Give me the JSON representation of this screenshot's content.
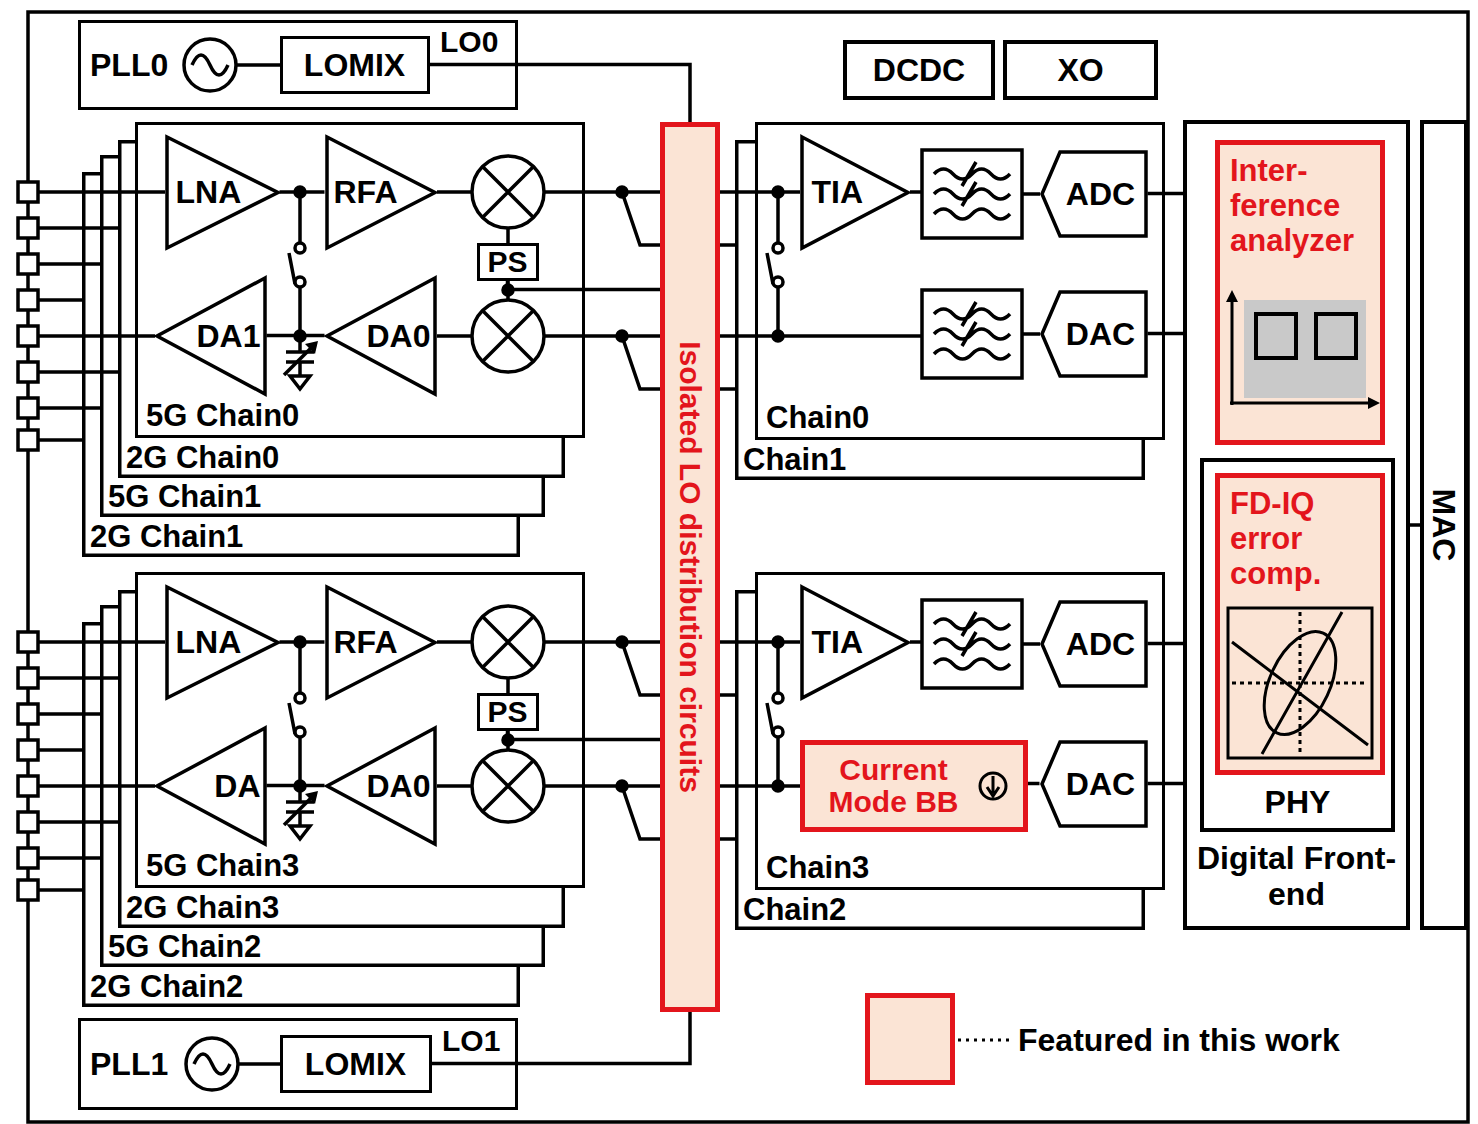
{
  "diagram": {
    "nodes": [
      {
        "text": [
          "PLL0"
        ]
      },
      {
        "text": [
          "LOMIX"
        ],
        "in": 0
      },
      {
        "text": [
          "DCDC"
        ]
      },
      {
        "text": [
          "XO"
        ]
      },
      {
        "text": [
          "5G Chain0"
        ]
      },
      {
        "text": [
          "LNA"
        ],
        "in": 4
      },
      {
        "text": [
          "RFA"
        ],
        "in": 4
      },
      {
        "text": [
          "PS"
        ],
        "in": 4
      },
      {
        "text": [
          "DA1"
        ],
        "in": 4
      },
      {
        "text": [
          "DA0"
        ],
        "in": 4
      },
      {
        "text": [
          "2G Chain0"
        ]
      },
      {
        "text": [
          "5G Chain1"
        ]
      },
      {
        "text": [
          "2G Chain1"
        ]
      },
      {
        "text": [
          "Isolated LO distribution circuits"
        ]
      },
      {
        "text": [
          "Chain0"
        ]
      },
      {
        "text": [
          "TIA"
        ],
        "in": 14
      },
      {
        "text": [
          "ADC"
        ],
        "in": 14
      },
      {
        "text": [
          "DAC"
        ],
        "in": 14
      },
      {
        "text": [
          "Chain1"
        ]
      },
      {
        "text": [
          "Digital Front-end"
        ]
      },
      {
        "text": [
          "Inter- ference analyzer"
        ],
        "in": 19
      },
      {
        "text": [
          "PHY"
        ],
        "in": 19
      },
      {
        "text": [
          "FD-IQ error comp."
        ],
        "in": 21
      },
      {
        "text": [
          "MAC"
        ]
      },
      {
        "text": [
          "5G Chain3"
        ]
      },
      {
        "text": [
          "LNA"
        ],
        "in": 24
      },
      {
        "text": [
          "RFA"
        ],
        "in": 24
      },
      {
        "text": [
          "PS"
        ],
        "in": 24
      },
      {
        "text": [
          "DA"
        ],
        "in": 24
      },
      {
        "text": [
          "DA0"
        ],
        "in": 24
      },
      {
        "text": [
          "2G Chain3"
        ]
      },
      {
        "text": [
          "5G Chain2"
        ]
      },
      {
        "text": [
          "2G Chain2"
        ]
      },
      {
        "text": [
          "Chain3"
        ]
      },
      {
        "text": [
          "TIA"
        ],
        "in": 33
      },
      {
        "text": [
          "ADC"
        ],
        "in": 33
      },
      {
        "text": [
          "Current Mode BB"
        ],
        "in": 33
      },
      {
        "text": [
          "DAC"
        ],
        "in": 33
      },
      {
        "text": [
          "Chain2"
        ]
      },
      {
        "text": [
          "PLL1"
        ]
      },
      {
        "text": [
          "LOMIX"
        ],
        "in": 39
      }
    ],
    "edges": [
      {
        "from": 1,
        "to": 13,
        "arrow": "none"
      },
      {
        "from": 40,
        "to": 13,
        "arrow": "none"
      },
      {
        "from": 5,
        "to": 6,
        "arrow": "none"
      },
      {
        "from": 9,
        "to": 8,
        "arrow": "none"
      },
      {
        "from": 13,
        "to": 7,
        "arrow": "none"
      },
      {
        "from": 25,
        "to": 26,
        "arrow": "none"
      },
      {
        "from": 29,
        "to": 28,
        "arrow": "none"
      },
      {
        "from": 13,
        "to": 27,
        "arrow": "none"
      },
      {
        "from": 16,
        "to": 19,
        "arrow": "none"
      },
      {
        "from": 17,
        "to": 19,
        "arrow": "none"
      },
      {
        "from": 35,
        "to": 19,
        "arrow": "none"
      },
      {
        "from": 37,
        "to": 19,
        "arrow": "none"
      },
      {
        "from": 37,
        "to": 36,
        "arrow": "none"
      },
      {
        "from": 19,
        "to": 23,
        "arrow": "none"
      }
    ],
    "labels": [
      "LO0",
      "LO1"
    ],
    "legend": [
      {
        "text": "Featured in this work",
        "color": "#fbe4d5"
      }
    ]
  }
}
